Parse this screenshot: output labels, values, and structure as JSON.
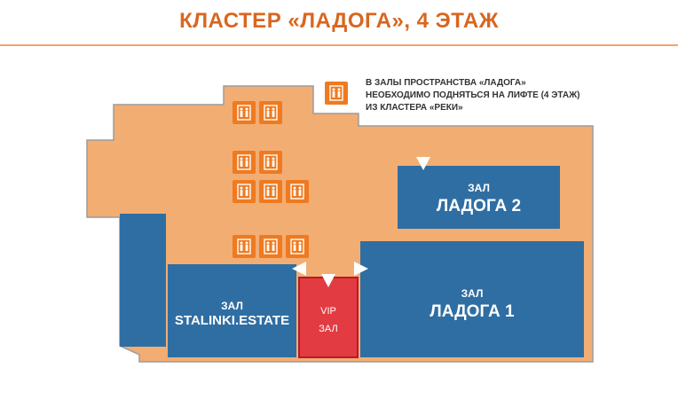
{
  "title": "КЛАСТЕР «ЛАДОГА», 4 ЭТАЖ",
  "colors": {
    "title": "#d9661f",
    "floor": "#f2ad73",
    "floor_outline": "#9c9c9c",
    "hall": "#2f6ea3",
    "vip": "#e33b42",
    "elevator": "#ef7a20"
  },
  "note": {
    "icon": "elevator-icon",
    "lines": [
      "В ЗАЛЫ ПРОСТРАНСТВА «ЛАДОГА»",
      "НЕОБХОДИМО ПОДНЯТЬСЯ НА ЛИФТЕ (4 ЭТАЖ)",
      "ИЗ КЛАСТЕРА «РЕКИ»"
    ]
  },
  "halls": {
    "ladoga2": {
      "prefix": "ЗАЛ",
      "name": "ЛАДОГА 2"
    },
    "ladoga1": {
      "prefix": "ЗАЛ",
      "name": "ЛАДОГА 1"
    },
    "stalinki": {
      "prefix": "ЗАЛ",
      "name": "STALINKI.ESTATE"
    },
    "vip": {
      "prefix": "VIP",
      "name": "ЗАЛ"
    }
  },
  "elevator_count": 11,
  "entrance_arrow_count": 4
}
